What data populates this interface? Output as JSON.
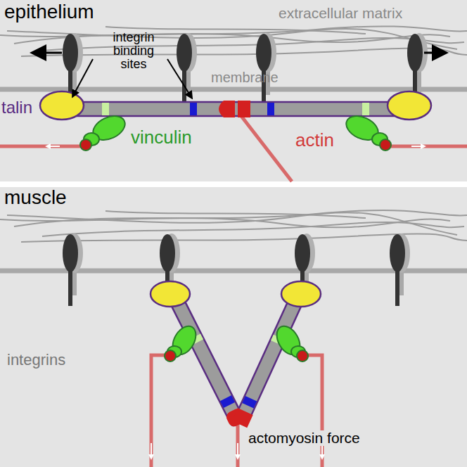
{
  "diagram": {
    "labels": [
      "epithelium",
      "extracellular matrix",
      "membrane",
      "integrin binding sites",
      "talin",
      "vinculin",
      "actin",
      "muscle",
      "integrins",
      "actomyosin force"
    ]
  }
}
